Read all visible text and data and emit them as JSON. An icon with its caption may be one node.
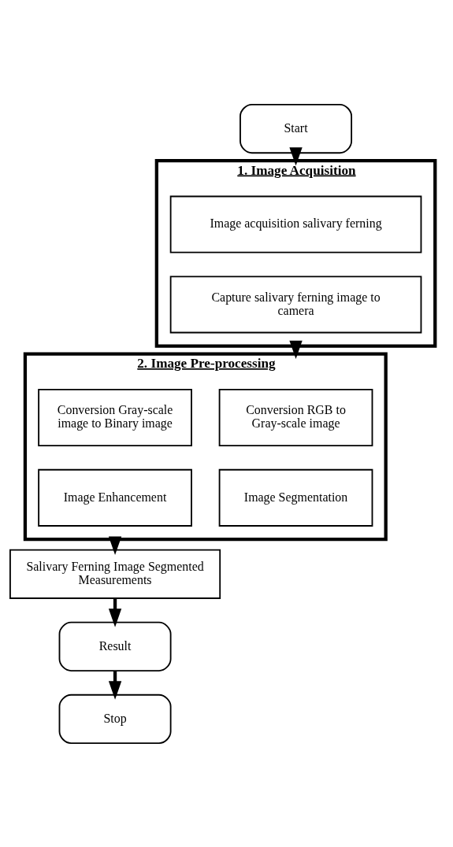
{
  "diagram": {
    "nodes": [
      {
        "text": [
          "Start"
        ]
      },
      {
        "text": [
          "1. Image Acquisition"
        ]
      },
      {
        "text": [
          "Image acquisition salivary ferning"
        ],
        "in": 1
      },
      {
        "text": [
          "Capture salivary ferning image to camera"
        ],
        "in": 1
      },
      {
        "text": [
          "2. Image Pre-processing"
        ]
      },
      {
        "text": [
          "Conversion RGB to Gray-scale image"
        ],
        "in": 4
      },
      {
        "text": [
          "Conversion Gray-scale image to Binary image"
        ],
        "in": 4
      },
      {
        "text": [
          "Image Segmentation"
        ],
        "in": 4
      },
      {
        "text": [
          "Image Enhancement"
        ],
        "in": 4
      },
      {
        "text": [
          "Salivary Ferning Image Segmented Measurements"
        ]
      },
      {
        "text": [
          "Result"
        ]
      },
      {
        "text": [
          "Stop"
        ]
      }
    ],
    "edges": [
      {
        "from": 0,
        "to": 1,
        "arrow": "to"
      },
      {
        "from": 1,
        "to": 4,
        "arrow": "to"
      },
      {
        "from": 4,
        "to": 9,
        "arrow": "to"
      },
      {
        "from": 9,
        "to": 10,
        "arrow": "to"
      },
      {
        "from": 10,
        "to": 11,
        "arrow": "to"
      }
    ]
  }
}
